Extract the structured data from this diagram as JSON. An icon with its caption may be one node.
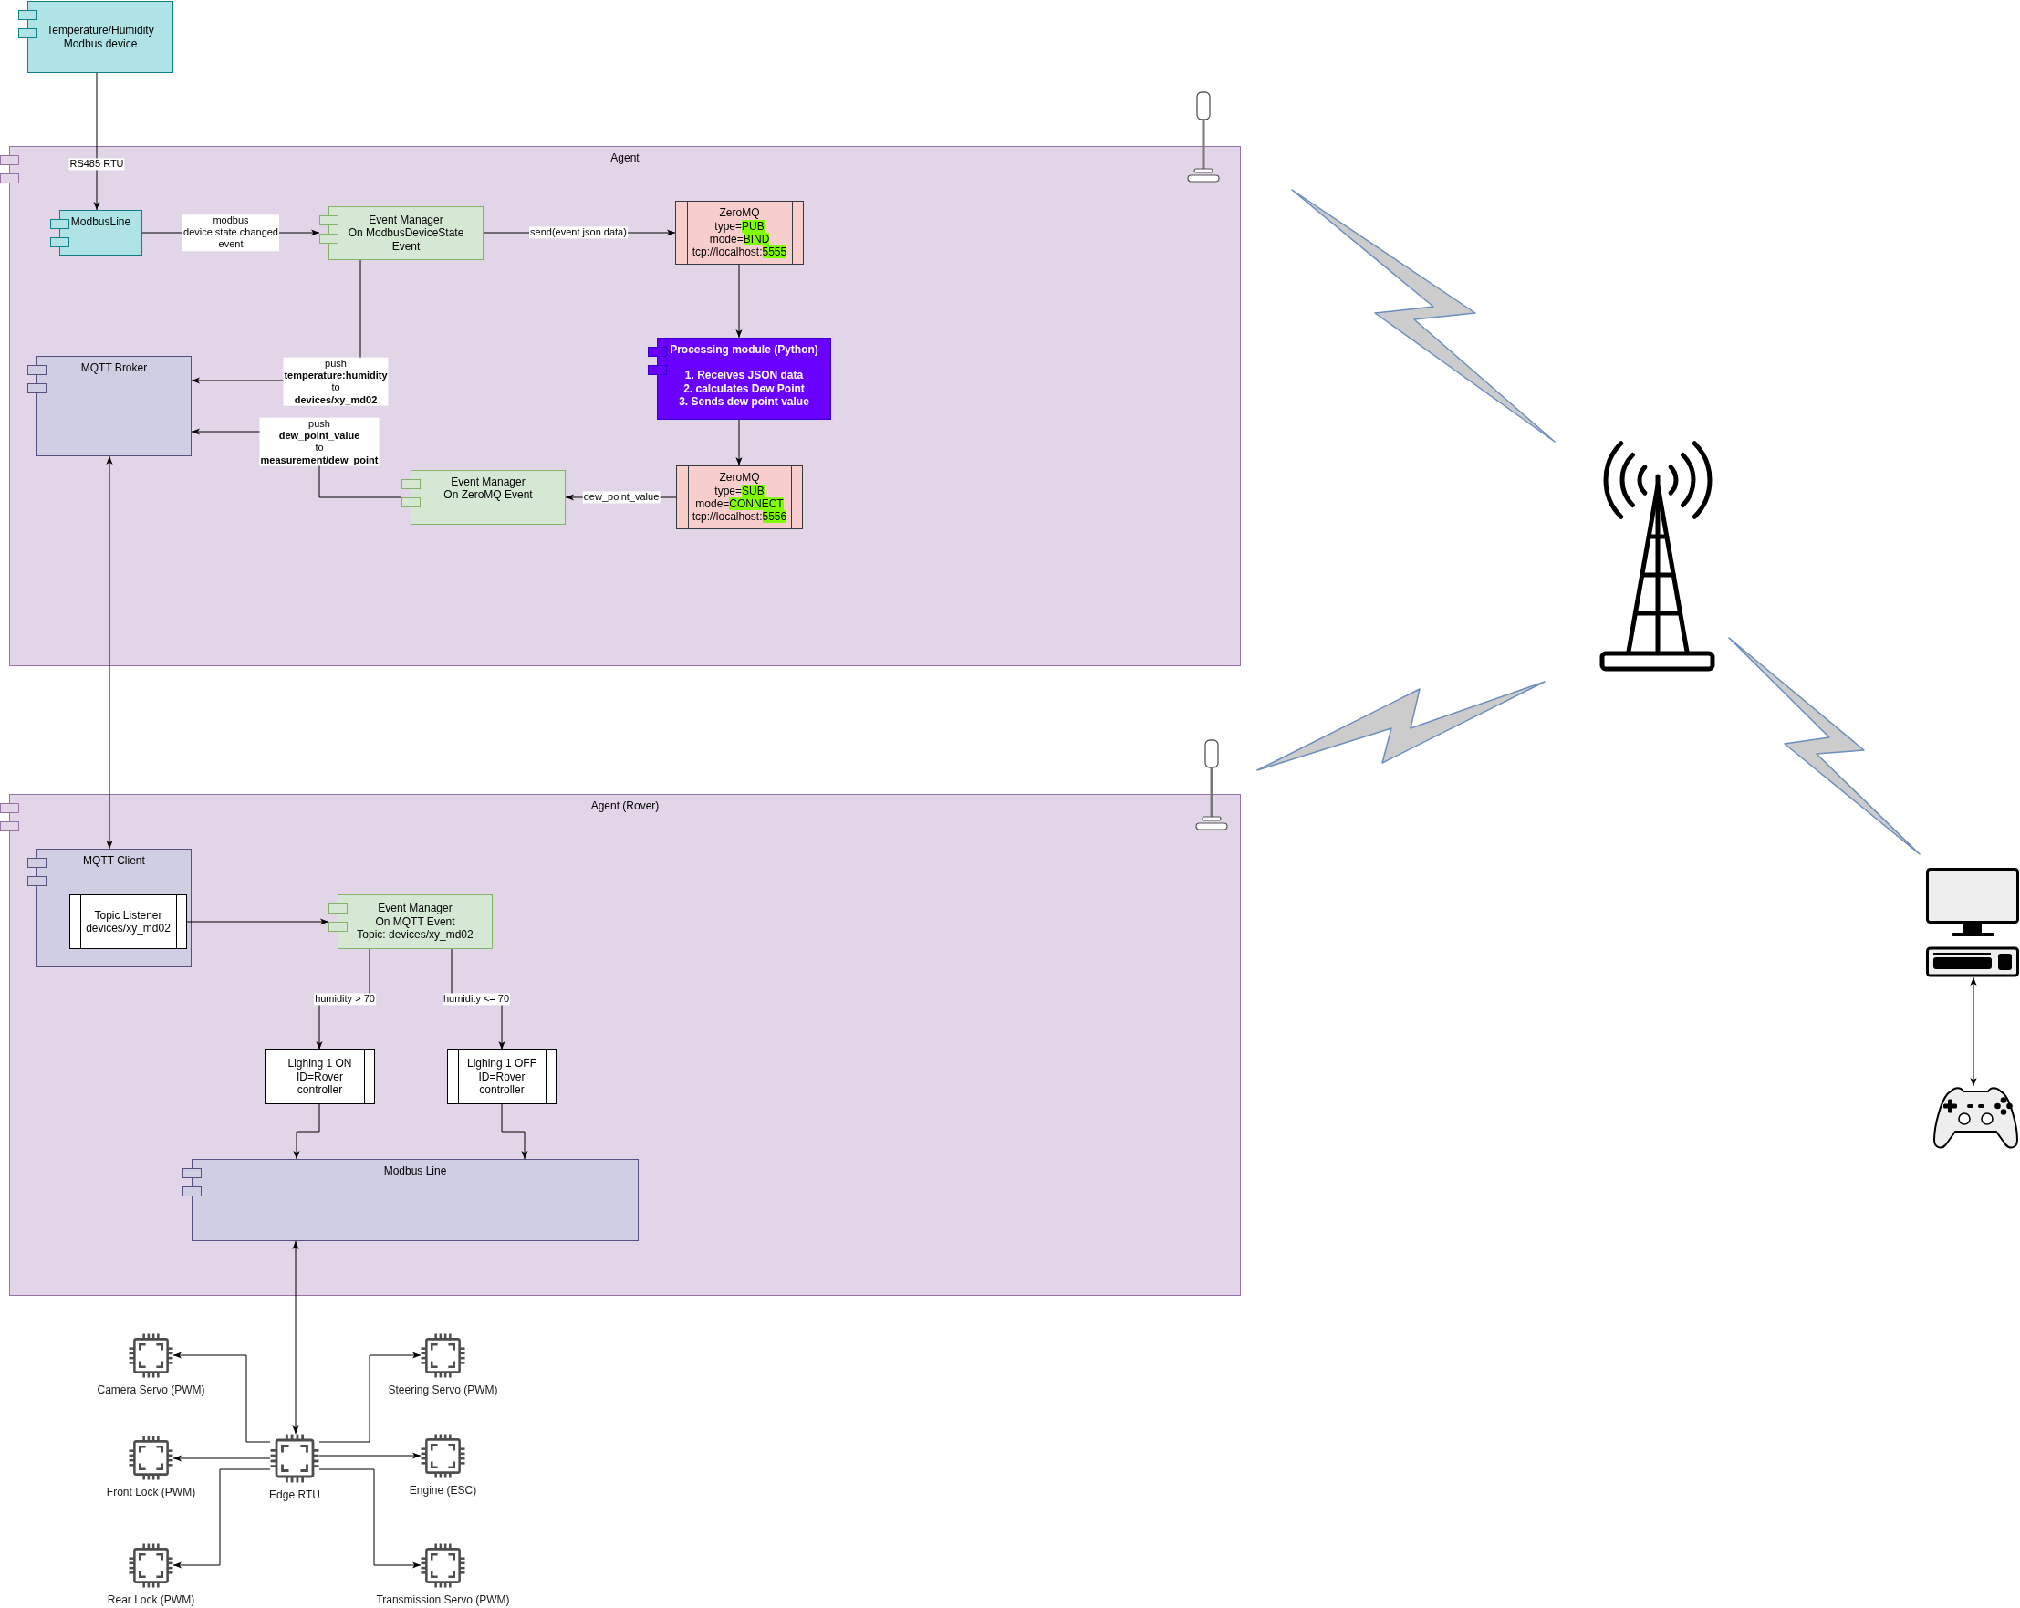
{
  "diagram": {
    "nodes": [
      {
        "text": [
          "Temperature/Humidity Modbus device"
        ]
      },
      {
        "text": [
          "Agent"
        ]
      },
      {
        "text": [
          "ModbusLine"
        ],
        "in": 1
      },
      {
        "text": [
          "Event Manager",
          "On ModbusDeviceState Event"
        ],
        "in": 1
      },
      {
        "text": [
          "ZeroMQ",
          "type=PUB",
          "mode=BIND",
          "tcp://localhost:5555"
        ],
        "in": 1
      },
      {
        "text": [
          "Processing module (Python)",
          "1. Receives JSON data",
          "2. calculates Dew Point",
          "3. Sends dew point value"
        ],
        "in": 1
      },
      {
        "text": [
          "MQTT Broker"
        ],
        "in": 1
      },
      {
        "text": [
          "Event Manager",
          "On ZeroMQ Event"
        ],
        "in": 1
      },
      {
        "text": [
          "ZeroMQ",
          "type=SUB",
          "mode=CONNECT",
          "tcp://localhost:5556"
        ],
        "in": 1
      },
      {
        "text": [
          "Agent (Rover)"
        ]
      },
      {
        "text": [
          "MQTT Client"
        ],
        "in": 9
      },
      {
        "text": [
          "Topic Listener devices/xy_md02"
        ],
        "in": 10
      },
      {
        "text": [
          "Event Manager",
          "On MQTT Event",
          "Topic: devices/xy_md02"
        ],
        "in": 9
      },
      {
        "text": [
          "Lighing 1 ON ID=Rover controller"
        ],
        "in": 9
      },
      {
        "text": [
          "Lighing 1 OFF ID=Rover controller"
        ],
        "in": 9
      },
      {
        "text": [
          "Modbus Line"
        ],
        "in": 9
      },
      {
        "text": [],
        "shape": "picture",
        "beside": [
          "Camera Servo (PWM)"
        ]
      },
      {
        "text": [],
        "shape": "picture",
        "beside": [
          "Steering Servo (PWM)"
        ]
      },
      {
        "text": [],
        "shape": "picture",
        "beside": [
          "Front Lock (PWM)"
        ]
      },
      {
        "text": [],
        "shape": "picture",
        "beside": [
          "Edge RTU"
        ]
      },
      {
        "text": [],
        "shape": "picture",
        "beside": [
          "Engine (ESC)"
        ]
      },
      {
        "text": [],
        "shape": "picture",
        "beside": [
          "Rear Lock (PWM)"
        ]
      },
      {
        "text": [],
        "shape": "picture",
        "beside": [
          "Transmission Servo (PWM)"
        ]
      },
      {
        "text": [],
        "shape": "picture"
      },
      {
        "text": [],
        "shape": "picture"
      }
    ],
    "edges": [
      {
        "from": 0,
        "to": 2,
        "arrow": "to",
        "label": "RS485 RTU"
      },
      {
        "from": 2,
        "to": 3,
        "arrow": "to",
        "label": "modbus device state changed event"
      },
      {
        "from": 3,
        "to": 4,
        "arrow": "to",
        "label": "send(event json data)"
      },
      {
        "from": 4,
        "to": 5,
        "arrow": "to"
      },
      {
        "from": 5,
        "to": 8,
        "arrow": "to"
      },
      {
        "from": 8,
        "to": 7,
        "arrow": "to",
        "label": "dew_point_value"
      },
      {
        "from": 3,
        "to": 6,
        "arrow": "to",
        "label": "push **temperature:humidity** to **devices/xy_md02**"
      },
      {
        "from": 7,
        "to": 6,
        "arrow": "to",
        "label": "push **dew_point_value** to **measurement/dew_point**"
      },
      {
        "from": 6,
        "to": 10,
        "arrow": "both"
      },
      {
        "from": 11,
        "to": 12,
        "arrow": "to"
      },
      {
        "from": 12,
        "to": 13,
        "arrow": "to",
        "label": "humidity > 70"
      },
      {
        "from": 12,
        "to": 14,
        "arrow": "to",
        "label": "humidity <= 70"
      },
      {
        "from": 13,
        "to": 15,
        "arrow": "to"
      },
      {
        "from": 14,
        "to": 15,
        "arrow": "to"
      },
      {
        "from": 15,
        "to": 19,
        "arrow": "both"
      },
      {
        "from": 19,
        "to": 16,
        "arrow": "to"
      },
      {
        "from": 19,
        "to": 18,
        "arrow": "to"
      },
      {
        "from": 19,
        "to": 21,
        "arrow": "to"
      },
      {
        "from": 19,
        "to": 17,
        "arrow": "to"
      },
      {
        "from": 19,
        "to": 20,
        "arrow": "to"
      },
      {
        "from": 19,
        "to": 22,
        "arrow": "to"
      },
      {
        "from": 23,
        "to": 24,
        "arrow": "both"
      }
    ]
  }
}
